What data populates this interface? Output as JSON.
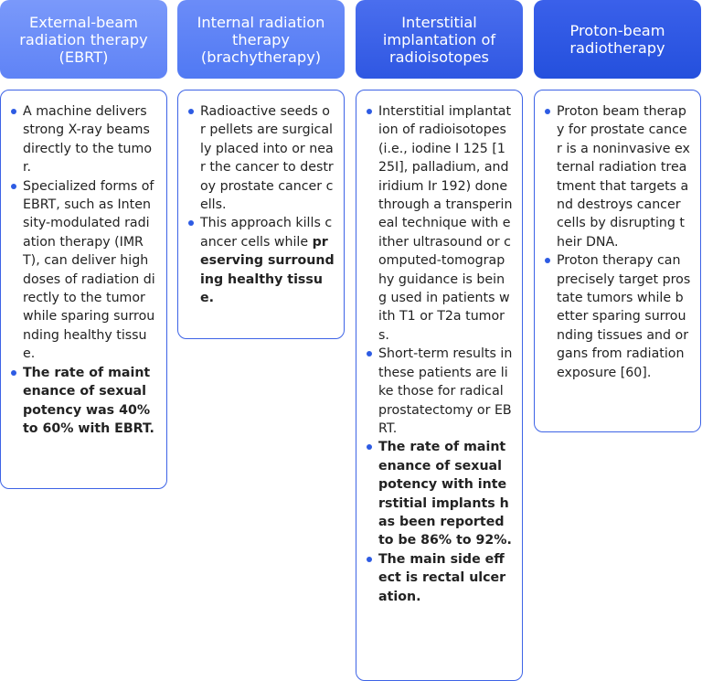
{
  "columns": [
    {
      "header": "External-beam radiation therapy (EBRT)",
      "items": [
        {
          "text": "A machine delivers strong X-ray beams directly to the tumor.",
          "bold": false
        },
        {
          "text": "Specialized forms of EBRT, such as Intensity-modulated radiation therapy (IMRT), can deliver high doses of radiation directly to the tumor while sparing surrounding healthy tissue.",
          "bold": false
        },
        {
          "text": "The rate of maintenance of sexual potency was 40% to 60% with EBRT.",
          "bold": true
        }
      ]
    },
    {
      "header": "Internal radiation therapy (brachytherapy)",
      "items": [
        {
          "text": "Radioactive seeds or pellets are surgically placed into or near the cancer to destroy prostate cancer cells.",
          "bold": false
        },
        {
          "text_plain": "This approach kills cancer cells while ",
          "text_bold": "preserving surrounding healthy tissue.",
          "mixed": true
        }
      ]
    },
    {
      "header": "Interstitial implantation of radioisotopes",
      "items": [
        {
          "text": "Interstitial implantation of radioisotopes (i.e., iodine I 125 [125I], palladium, and iridium Ir 192) done through a transperineal technique with either ultrasound or computed-tomography guidance is being used in patients with T1 or T2a tumors.",
          "bold": false
        },
        {
          "text": "Short-term results in these patients are like those for radical prostatectomy or EBRT.",
          "bold": false
        },
        {
          "text": "The rate of maintenance of sexual potency with interstitial implants has been reported to be 86% to 92%.",
          "bold": true
        },
        {
          "text": "The main side effect is rectal ulceration.",
          "bold": true
        }
      ]
    },
    {
      "header": "Proton-beam radiotherapy",
      "items": [
        {
          "text": "Proton beam therapy for prostate cancer is a noninvasive external radiation treatment that targets and destroys cancer cells by disrupting their DNA.",
          "bold": false
        },
        {
          "text": "Proton therapy can precisely target prostate tumors while better sparing surrounding tissues and organs from radiation exposure [60].",
          "bold": false
        }
      ]
    }
  ]
}
